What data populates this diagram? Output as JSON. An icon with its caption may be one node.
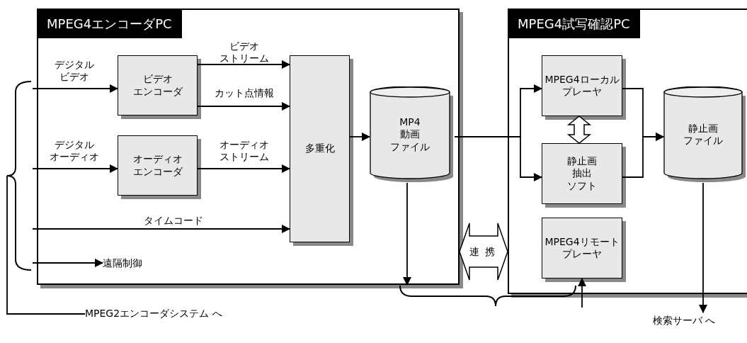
{
  "diagram": {
    "nodes": [
      {
        "text": [
          "MPEG4エンコーダPC"
        ]
      },
      {
        "text": [
          "ビデオエンコーダ"
        ],
        "in": 0
      },
      {
        "text": [
          "オーディオエンコーダ"
        ],
        "in": 0
      },
      {
        "text": [
          "多重化"
        ],
        "in": 0
      },
      {
        "text": [
          "MP4動画ファイル"
        ],
        "in": 0
      },
      {
        "text": [
          "MPEG4試写確認PC"
        ]
      },
      {
        "text": [
          "MPEG4ローカルプレーヤ"
        ],
        "in": 5
      },
      {
        "text": [
          "静止画抽出ソフト"
        ],
        "in": 5
      },
      {
        "text": [
          "MPEG4リモートプレーヤ"
        ],
        "in": 5
      },
      {
        "text": [
          "静止画ファイル"
        ],
        "in": 5
      },
      {
        "text": [],
        "shape": "brace"
      },
      {
        "text": [
          "遠隔制御"
        ],
        "in": 0
      },
      {
        "text": [
          "MPEG2エンコーダシステム へ"
        ]
      },
      {
        "text": [
          "検索サーバ へ"
        ]
      },
      {
        "text": [],
        "shape": "brace"
      }
    ],
    "edges": [
      {
        "from": 10,
        "to": 1,
        "arrow": "to",
        "label": "デジタルビデオ"
      },
      {
        "from": 10,
        "to": 2,
        "arrow": "to",
        "label": "デジタルオーディオ"
      },
      {
        "from": 10,
        "to": 3,
        "arrow": "to",
        "label": "タイムコード"
      },
      {
        "from": 10,
        "to": 11,
        "arrow": "to"
      },
      {
        "from": 10,
        "to": 12,
        "arrow": "none"
      },
      {
        "from": 1,
        "to": 3,
        "arrow": "to",
        "label": "ビデオストリーム"
      },
      {
        "from": 1,
        "to": 3,
        "arrow": "to",
        "label": "カット点情報"
      },
      {
        "from": 2,
        "to": 3,
        "arrow": "to",
        "label": "オーディオストリーム"
      },
      {
        "from": 3,
        "to": 4,
        "arrow": "to"
      },
      {
        "from": 4,
        "to": 6,
        "arrow": "to"
      },
      {
        "from": 4,
        "to": 7,
        "arrow": "to"
      },
      {
        "from": 6,
        "to": 9,
        "arrow": "to"
      },
      {
        "from": 7,
        "to": 9,
        "arrow": "to"
      },
      {
        "from": 6,
        "to": 7,
        "arrow": "both"
      },
      {
        "from": 0,
        "to": 5,
        "arrow": "both",
        "label": "連 携"
      },
      {
        "from": 4,
        "to": 14,
        "arrow": "to"
      },
      {
        "from": 14,
        "to": 8,
        "arrow": "to"
      },
      {
        "from": 9,
        "to": 13,
        "arrow": "to"
      }
    ]
  }
}
